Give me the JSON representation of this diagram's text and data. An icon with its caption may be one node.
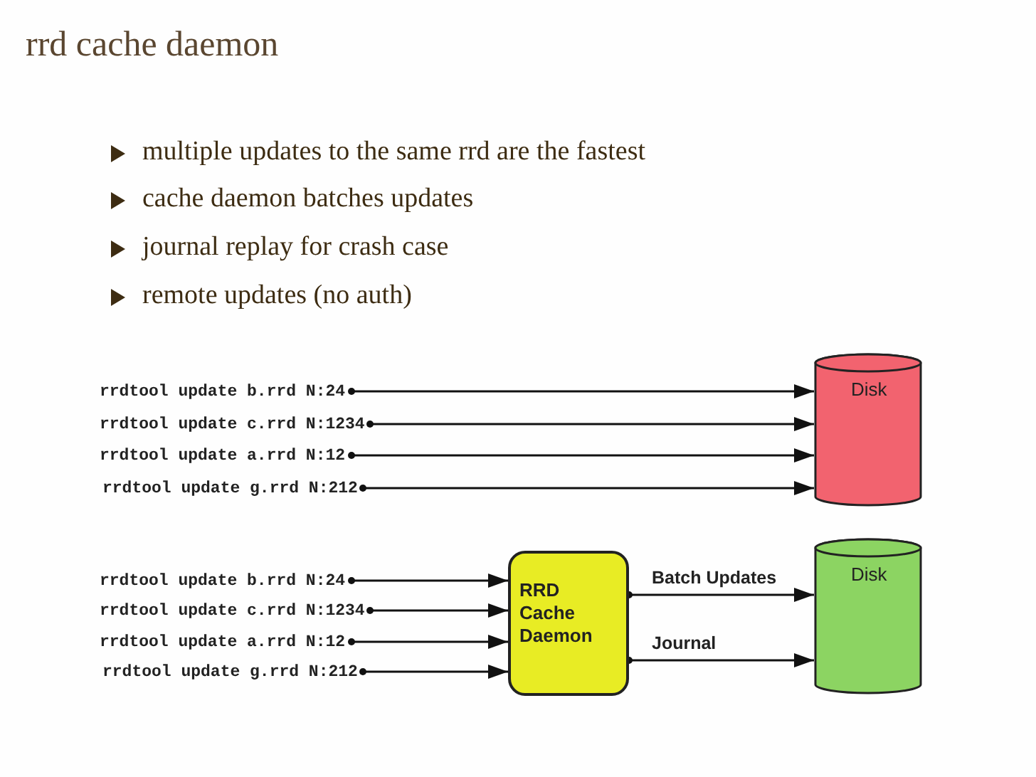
{
  "diagram": {
    "title": "rrd cache daemon",
    "nodes": [
      {
        "text": [
          "rrdtool update b.rrd N:24"
        ]
      },
      {
        "text": [
          "rrdtool update c.rrd N:1234"
        ]
      },
      {
        "text": [
          "rrdtool update a.rrd N:12"
        ]
      },
      {
        "text": [
          "rrdtool update g.rrd N:212"
        ]
      },
      {
        "text": [
          "Disk"
        ]
      },
      {
        "text": [
          "rrdtool update b.rrd N:24"
        ]
      },
      {
        "text": [
          "rrdtool update c.rrd N:1234"
        ]
      },
      {
        "text": [
          "rrdtool update a.rrd N:12"
        ]
      },
      {
        "text": [
          "rrdtool update g.rrd N:212"
        ]
      },
      {
        "text": [
          "RRD Cache Daemon"
        ]
      },
      {
        "text": [
          "Disk"
        ]
      }
    ],
    "edges": [
      {
        "from": 0,
        "to": 4,
        "arrow": "to"
      },
      {
        "from": 1,
        "to": 4,
        "arrow": "to"
      },
      {
        "from": 2,
        "to": 4,
        "arrow": "to"
      },
      {
        "from": 3,
        "to": 4,
        "arrow": "to"
      },
      {
        "from": 5,
        "to": 9,
        "arrow": "to"
      },
      {
        "from": 6,
        "to": 9,
        "arrow": "to"
      },
      {
        "from": 7,
        "to": 9,
        "arrow": "to"
      },
      {
        "from": 8,
        "to": 9,
        "arrow": "to"
      },
      {
        "from": 9,
        "to": 10,
        "label": "Batch Updates",
        "arrow": "to"
      },
      {
        "from": 9,
        "to": 10,
        "label": "Journal",
        "arrow": "to"
      }
    ],
    "labels": [
      "multiple updates to the same rrd are the fastest",
      "cache daemon batches updates",
      "journal replay for crash case",
      "remote updates (no auth)"
    ]
  }
}
